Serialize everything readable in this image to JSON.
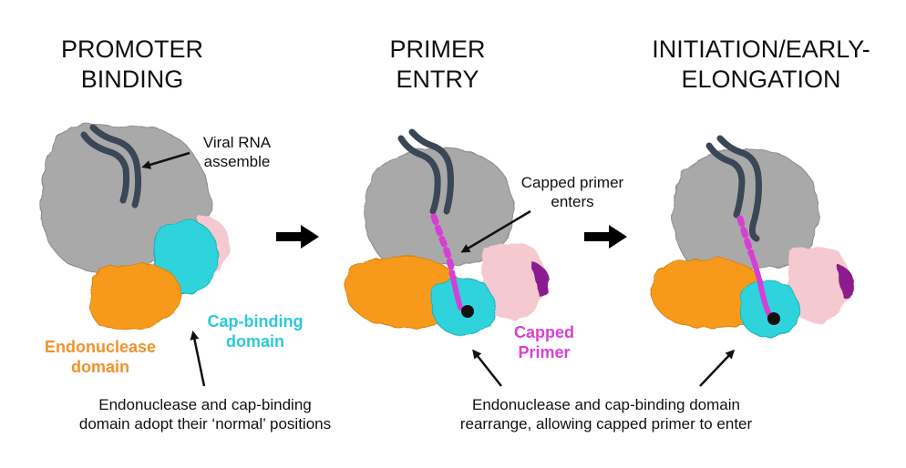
{
  "titles": {
    "promoter_binding": [
      "PROMOTER",
      "BINDING"
    ],
    "primer_entry": [
      "PRIMER",
      "ENTRY"
    ],
    "initiation": [
      "INITIATION/EARLY-",
      "ELONGATION"
    ]
  },
  "labels": {
    "viral_rna": [
      "Viral RNA",
      "assemble"
    ],
    "cap_binding": [
      "Cap-binding",
      "domain"
    ],
    "endonuclease": [
      "Endonuclease",
      "domain"
    ],
    "capped_primer_enters": [
      "Capped primer",
      "enters"
    ],
    "capped_primer": [
      "Capped",
      "Primer"
    ],
    "caption_left": [
      "Endonuclease and cap-binding",
      "domain adopt their ‘normal’ positions"
    ],
    "caption_right": [
      "Endonuclease and cap-binding domain",
      "rearrange, allowing capped primer to enter"
    ]
  },
  "colors": {
    "core": "#a9a9a9",
    "core_light": "#c9c9c9",
    "endonuclease": "#f79a1e",
    "cap_binding": "#2fd3dc",
    "pink": "#f4c9cf",
    "purple": "#8b1a8f",
    "rna": "#3b4756",
    "primer": "#d63fd6",
    "label_orange": "#f0922a",
    "label_cyan": "#2bc9d8",
    "label_magenta": "#d940d9"
  }
}
